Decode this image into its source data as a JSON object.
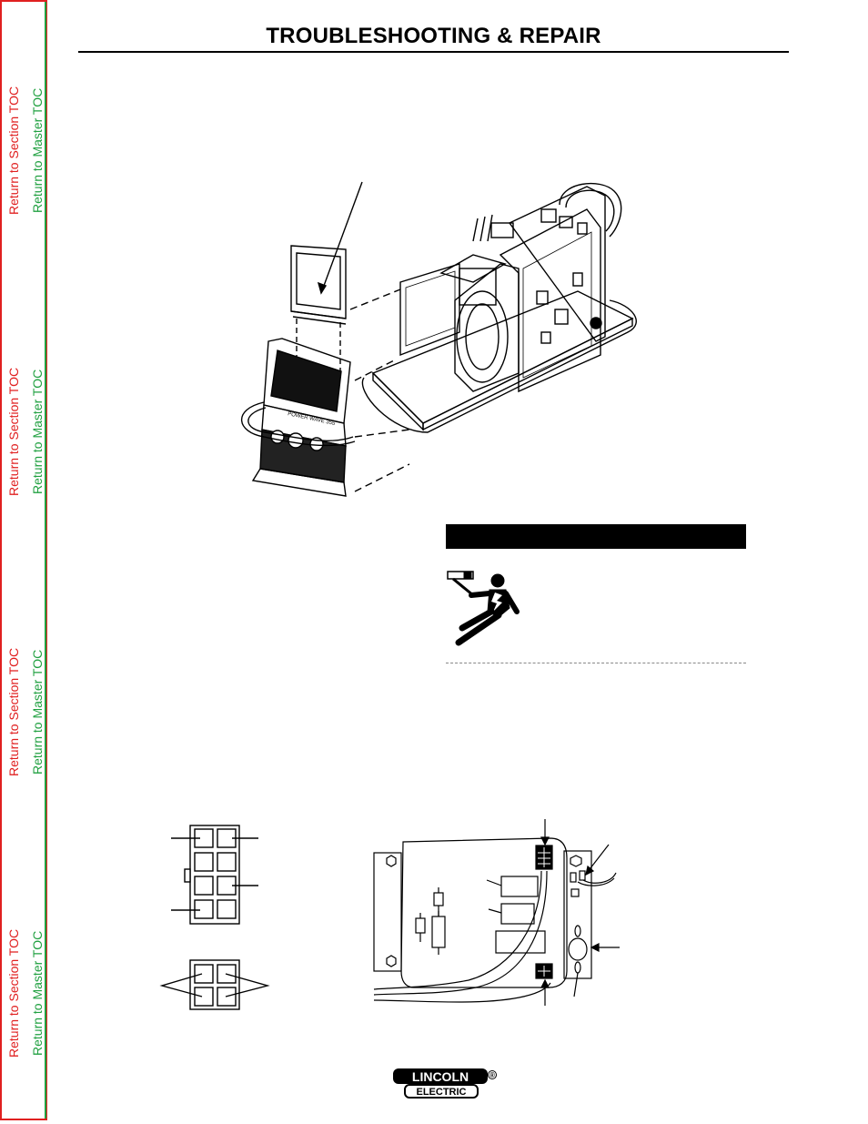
{
  "header": {
    "title": "TROUBLESHOOTING & REPAIR"
  },
  "nav": {
    "section_label": "Return to Section TOC",
    "master_label": "Return to Master TOC"
  },
  "figure": {
    "front_panel_text": "POWER WAVE 355"
  },
  "logo": {
    "line1": "LINCOLN",
    "line2": "ELECTRIC",
    "registered": "®"
  },
  "colors": {
    "section_link": "#e02020",
    "master_link": "#20a040",
    "warning_bar": "#000000"
  }
}
